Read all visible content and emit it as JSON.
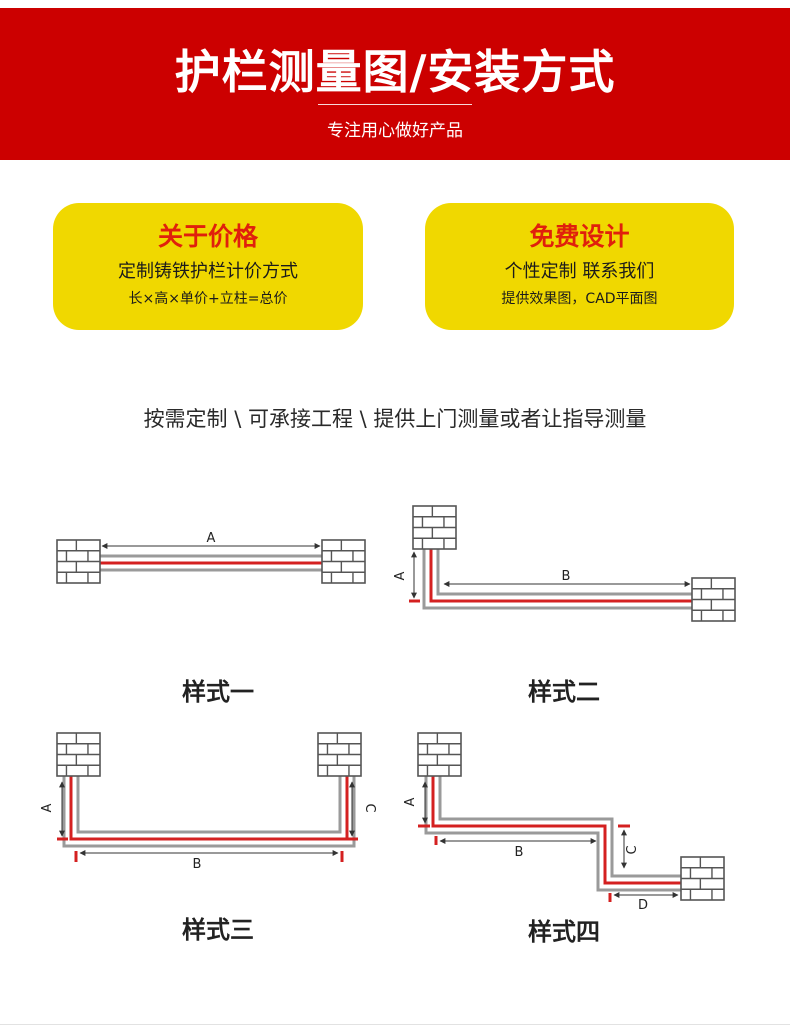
{
  "banner": {
    "title": "护栏测量图/安装方式",
    "subtitle": "专注用心做好产品"
  },
  "cards": [
    {
      "title": "关于价格",
      "line1": "定制铸铁护栏计价方式",
      "line2": "长×高×单价+立柱=总价"
    },
    {
      "title": "免费设计",
      "line1": "个性定制 联系我们",
      "line2": "提供效果图，CAD平面图"
    }
  ],
  "headline": "按需定制 \\ 可承接工程 \\ 提供上门测量或者让指导测量",
  "styles": [
    {
      "label": "样式一",
      "dims": {
        "a": "A"
      }
    },
    {
      "label": "样式二",
      "dims": {
        "a": "A",
        "b": "B"
      }
    },
    {
      "label": "样式三",
      "dims": {
        "a": "A",
        "b": "B",
        "c": "C"
      }
    },
    {
      "label": "样式四",
      "dims": {
        "a": "A",
        "b": "B",
        "c": "C",
        "d": "D"
      }
    }
  ],
  "colors": {
    "banner": "#cc0000",
    "card": "#f0d800",
    "accent": "#e0200c",
    "rail_red": "#d42020",
    "rail_gray": "#9a9a9a",
    "brick": "#555555"
  }
}
